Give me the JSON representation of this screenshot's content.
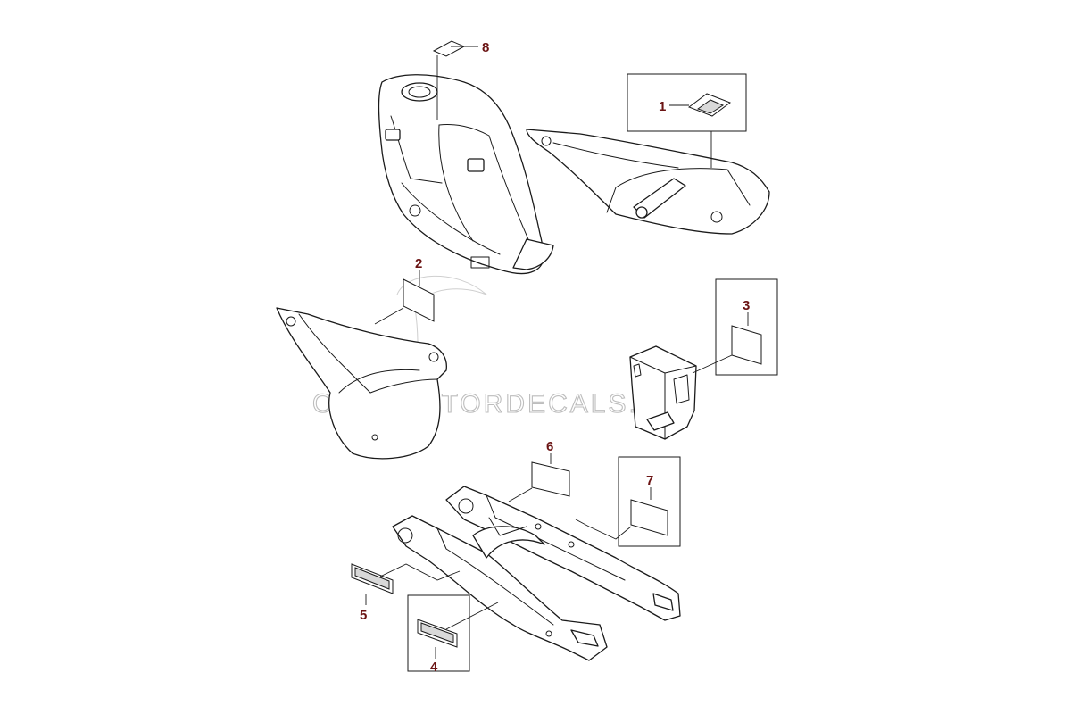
{
  "watermark": "OEM-MOTORDECALS.com",
  "callouts": {
    "c1": "1",
    "c2": "2",
    "c3": "3",
    "c4": "4",
    "c5": "5",
    "c6": "6",
    "c7": "7",
    "c8": "8"
  },
  "colors": {
    "callout": "#6b1414",
    "line": "#1a1a1a",
    "watermark": "#bdbdbd"
  }
}
